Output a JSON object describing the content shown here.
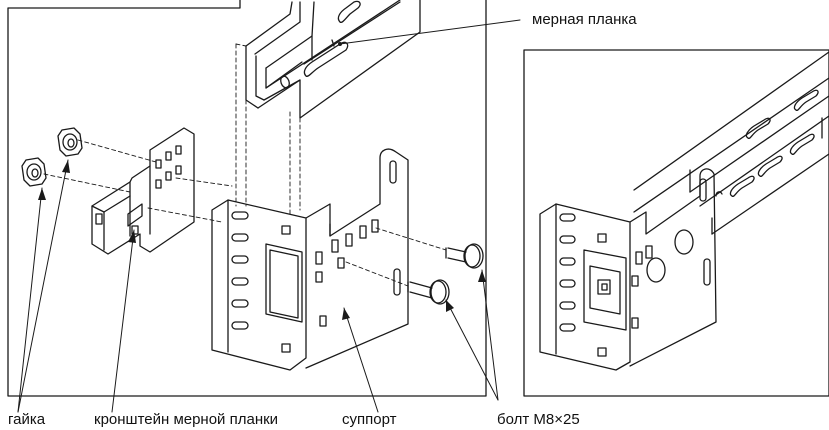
{
  "labels": {
    "measuring_rail": "мерная планка",
    "nut": "гайка",
    "rail_bracket": "кронштейн мерной планки",
    "support": "суппорт",
    "bolt": "болт М8×25"
  },
  "colors": {
    "line": "#1a1a1a",
    "background": "#ffffff"
  }
}
